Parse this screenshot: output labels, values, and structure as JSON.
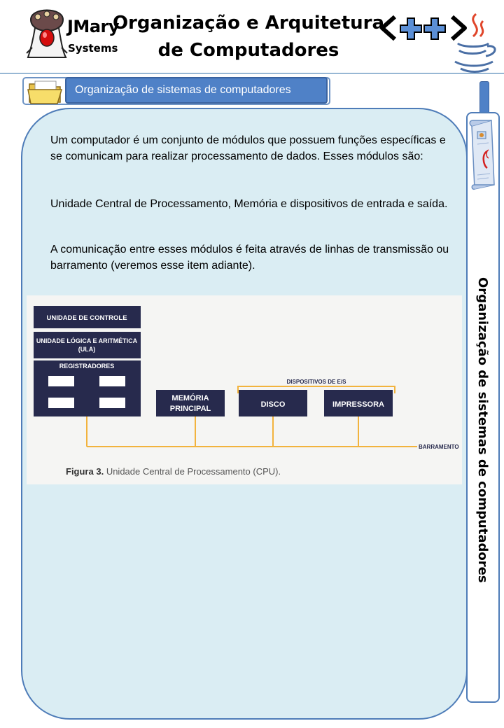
{
  "header": {
    "brand_name": "JMary",
    "brand_sub": "Systems",
    "title_line1": "Organização e Arquitetura",
    "title_line2": "de Computadores",
    "cpp_icon": "cpp-logo-icon",
    "java_icon": "java-cup-icon"
  },
  "section": {
    "label": "Organização de sistemas de computadores",
    "folder_icon": "folder-icon"
  },
  "sidebar": {
    "label": "Organização de sistemas de computadores",
    "icon": "document-scroll-icon"
  },
  "content": {
    "paragraph1": "Um computador é um conjunto de módulos que possuem funções específicas e se comunicam para realizar processamento de dados. Esses módulos são:",
    "paragraph2": "Unidade Central de Processamento, Memória e dispositivos de entrada e saída.",
    "paragraph3": "A comunicação entre esses módulos é feita através de linhas de transmissão ou barramento (veremos esse item adiante)."
  },
  "figure": {
    "control_unit": "UNIDADE DE CONTROLE",
    "alu_line1": "UNIDADE LÓGICA E ARITMÉTICA",
    "alu_line2": "(ULA)",
    "registers": "REGISTRADORES",
    "memory_line1": "MEMÓRIA",
    "memory_line2": "PRINCIPAL",
    "io_devices": "DISPOSITIVOS DE E/S",
    "disk": "DISCO",
    "printer": "IMPRESSORA",
    "bus": "BARRAMENTO",
    "caption_label": "Figura 3.",
    "caption_text": "Unidade Central de Processamento (CPU).",
    "colors": {
      "box": "#272a4d",
      "bus": "#f2b33d",
      "text": "#ffffff"
    }
  },
  "colors": {
    "accent": "#4f81c7",
    "panel_bg": "#daedf3",
    "border": "#4e7cb8"
  }
}
